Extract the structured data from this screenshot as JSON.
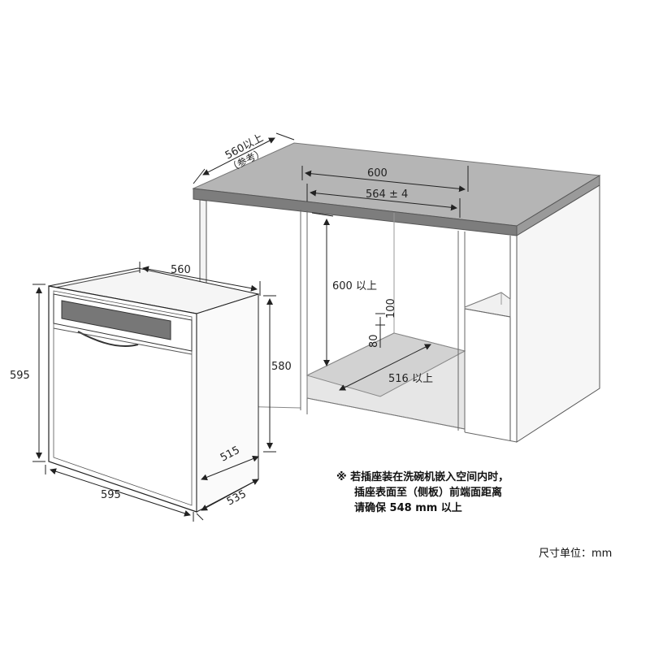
{
  "cabinet": {
    "depth_ref": "560以上",
    "depth_ref_note": "（参考）",
    "width_outer": "600",
    "width_inner": "564 ± 4",
    "height_min": "600 以上",
    "gap_100": "100",
    "gap_80": "80",
    "depth_min": "516 以上"
  },
  "oven": {
    "width_top": "560",
    "height": "595",
    "height_body": "580",
    "width_front": "595",
    "depth_body": "515",
    "depth_total": "535"
  },
  "note": {
    "line1": "※ 若插座装在洗碗机嵌入空间内时，",
    "line2": "插座表面至（侧板）前端面距离",
    "line3": "请确保 548 mm 以上"
  },
  "unit_label": "尺寸单位：mm",
  "colors": {
    "line": "#222222",
    "counter_top": "#b5b5b5",
    "counter_edge": "#7a7a7a",
    "shade": "#e6e6e6"
  }
}
